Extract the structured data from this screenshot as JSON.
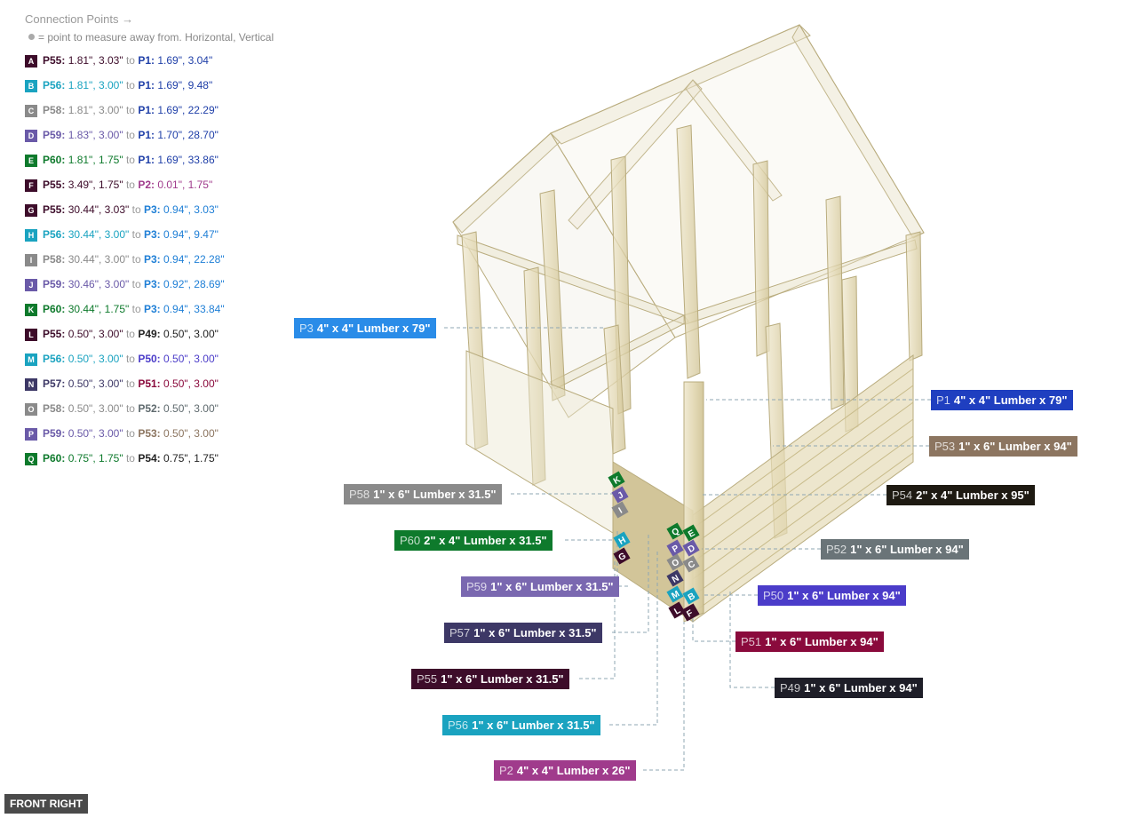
{
  "legend": {
    "title": "Connection Points →",
    "note": "= point to measure away from. Horizontal, Vertical",
    "connector": "to",
    "rows": [
      {
        "key": "A",
        "color": "#3d0c2a",
        "a_id": "P55:",
        "a_val": "1.81\", 3.03\"",
        "b_id": "P1:",
        "b_val": "1.69\", 3.04\"",
        "b_color": "#1f3fa8"
      },
      {
        "key": "B",
        "color": "#1aa3c0",
        "a_id": "P56:",
        "a_val": "1.81\", 3.00\"",
        "b_id": "P1:",
        "b_val": "1.69\", 9.48\"",
        "b_color": "#1f3fa8"
      },
      {
        "key": "C",
        "color": "#8a8a8a",
        "a_id": "P58:",
        "a_val": "1.81\", 3.00\"",
        "b_id": "P1:",
        "b_val": "1.69\", 22.29\"",
        "b_color": "#1f3fa8"
      },
      {
        "key": "D",
        "color": "#6a5aa8",
        "a_id": "P59:",
        "a_val": "1.83\", 3.00\"",
        "b_id": "P1:",
        "b_val": "1.70\", 28.70\"",
        "b_color": "#1f3fa8"
      },
      {
        "key": "E",
        "color": "#0e7a2c",
        "a_id": "P60:",
        "a_val": "1.81\", 1.75\"",
        "b_id": "P1:",
        "b_val": "1.69\", 33.86\"",
        "b_color": "#1f3fa8"
      },
      {
        "key": "F",
        "color": "#3d0c2a",
        "a_id": "P55:",
        "a_val": "3.49\", 1.75\"",
        "b_id": "P2:",
        "b_val": "0.01\", 1.75\"",
        "b_color": "#a03b8c"
      },
      {
        "key": "G",
        "color": "#3d0c2a",
        "a_id": "P55:",
        "a_val": "30.44\", 3.03\"",
        "b_id": "P3:",
        "b_val": "0.94\", 3.03\"",
        "b_color": "#1f7fd6"
      },
      {
        "key": "H",
        "color": "#1aa3c0",
        "a_id": "P56:",
        "a_val": "30.44\", 3.00\"",
        "b_id": "P3:",
        "b_val": "0.94\", 9.47\"",
        "b_color": "#1f7fd6"
      },
      {
        "key": "I",
        "color": "#8a8a8a",
        "a_id": "P58:",
        "a_val": "30.44\", 3.00\"",
        "b_id": "P3:",
        "b_val": "0.94\", 22.28\"",
        "b_color": "#1f7fd6"
      },
      {
        "key": "J",
        "color": "#6a5aa8",
        "a_id": "P59:",
        "a_val": "30.46\", 3.00\"",
        "b_id": "P3:",
        "b_val": "0.92\", 28.69\"",
        "b_color": "#1f7fd6"
      },
      {
        "key": "K",
        "color": "#0e7a2c",
        "a_id": "P60:",
        "a_val": "30.44\", 1.75\"",
        "b_id": "P3:",
        "b_val": "0.94\", 33.84\"",
        "b_color": "#1f7fd6"
      },
      {
        "key": "L",
        "color": "#3d0c2a",
        "a_id": "P55:",
        "a_val": "0.50\", 3.00\"",
        "b_id": "P49:",
        "b_val": "0.50\", 3.00\"",
        "b_color": "#222222"
      },
      {
        "key": "M",
        "color": "#1aa3c0",
        "a_id": "P56:",
        "a_val": "0.50\", 3.00\"",
        "b_id": "P50:",
        "b_val": "0.50\", 3.00\"",
        "b_color": "#4b3cc9"
      },
      {
        "key": "N",
        "color": "#3d3866",
        "a_id": "P57:",
        "a_val": "0.50\", 3.00\"",
        "b_id": "P51:",
        "b_val": "0.50\", 3.00\"",
        "b_color": "#8a0a3c"
      },
      {
        "key": "O",
        "color": "#8a8a8a",
        "a_id": "P58:",
        "a_val": "0.50\", 3.00\"",
        "b_id": "P52:",
        "b_val": "0.50\", 3.00\"",
        "b_color": "#5f6a6e"
      },
      {
        "key": "P",
        "color": "#6a5aa8",
        "a_id": "P59:",
        "a_val": "0.50\", 3.00\"",
        "b_id": "P53:",
        "b_val": "0.50\", 3.00\"",
        "b_color": "#8c7560"
      },
      {
        "key": "Q",
        "color": "#0e7a2c",
        "a_id": "P60:",
        "a_val": "0.75\", 1.75\"",
        "b_id": "P54:",
        "b_val": "0.75\", 1.75\"",
        "b_color": "#222222"
      }
    ]
  },
  "parts": [
    {
      "id": "P3",
      "label": "4\" x 4\" Lumber x 79\"",
      "color": "#2a8ce8"
    },
    {
      "id": "P1",
      "label": "4\" x 4\" Lumber x 79\"",
      "color": "#1f3fc0"
    },
    {
      "id": "P53",
      "label": "1\" x 6\" Lumber x 94\"",
      "color": "#8c7560"
    },
    {
      "id": "P58",
      "label": "1\" x 6\" Lumber x 31.5\"",
      "color": "#8a8a8a"
    },
    {
      "id": "P54",
      "label": "2\" x 4\" Lumber  x 95\"",
      "color": "#1e1a12"
    },
    {
      "id": "P60",
      "label": "2\" x 4\" Lumber  x 31.5\"",
      "color": "#0e7a2c"
    },
    {
      "id": "P52",
      "label": "1\" x 6\" Lumber x 94\"",
      "color": "#6a7478"
    },
    {
      "id": "P59",
      "label": "1\" x 6\" Lumber x 31.5\"",
      "color": "#7a68b0"
    },
    {
      "id": "P50",
      "label": "1\" x 6\" Lumber x 94\"",
      "color": "#4b3cc9"
    },
    {
      "id": "P57",
      "label": "1\" x 6\" Lumber x 31.5\"",
      "color": "#3d3866"
    },
    {
      "id": "P51",
      "label": "1\" x 6\" Lumber x 94\"",
      "color": "#8a0a3c"
    },
    {
      "id": "P55",
      "label": "1\" x 6\" Lumber x 31.5\"",
      "color": "#3d0c2a"
    },
    {
      "id": "P49",
      "label": "1\" x 6\" Lumber x 94\"",
      "color": "#1e1e28"
    },
    {
      "id": "P56",
      "label": "1\" x 6\" Lumber x 31.5\"",
      "color": "#1aa3c0"
    },
    {
      "id": "P2",
      "label": "4\" x 4\" Lumber x 26\"",
      "color": "#a03b8c"
    }
  ],
  "markers": [
    {
      "key": "K",
      "color": "#0e7a2c"
    },
    {
      "key": "J",
      "color": "#6a5aa8"
    },
    {
      "key": "I",
      "color": "#8a8a8a"
    },
    {
      "key": "H",
      "color": "#1aa3c0"
    },
    {
      "key": "G",
      "color": "#3d0c2a"
    },
    {
      "key": "Q",
      "color": "#0e7a2c"
    },
    {
      "key": "P",
      "color": "#6a5aa8"
    },
    {
      "key": "O",
      "color": "#8a8a8a"
    },
    {
      "key": "N",
      "color": "#3d3866"
    },
    {
      "key": "M",
      "color": "#1aa3c0"
    },
    {
      "key": "L",
      "color": "#3d0c2a"
    },
    {
      "key": "E",
      "color": "#0e7a2c"
    },
    {
      "key": "D",
      "color": "#6a5aa8"
    },
    {
      "key": "C",
      "color": "#8a8a8a"
    },
    {
      "key": "B",
      "color": "#1aa3c0"
    },
    {
      "key": "A",
      "color": "#3d0c2a"
    },
    {
      "key": "F",
      "color": "#3d0c2a"
    }
  ],
  "view_label": "FRONT RIGHT"
}
